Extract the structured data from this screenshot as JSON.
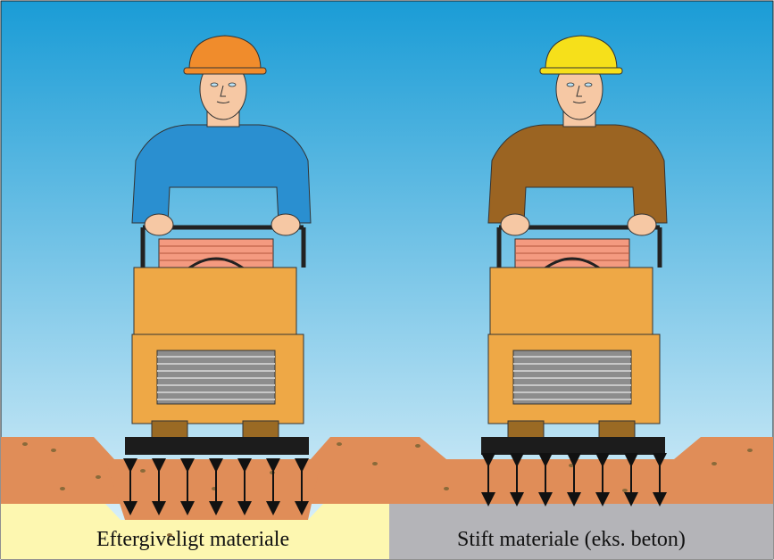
{
  "captions": {
    "left": "Eftergiveligt materiale",
    "right": "Stift materiale (eks. beton)"
  },
  "colors": {
    "sky_top": "#1a9cd6",
    "sky_bottom": "#e4f4fb",
    "ground": "#e08d58",
    "soft_base": "#fdf7b0",
    "hard_base": "#b4b4b8",
    "helmet_left": "#f08c2c",
    "helmet_right": "#f6e01a",
    "shirt_left": "#2a8fd0",
    "shirt_right": "#9b6422",
    "machine": "#eea846",
    "vent": "#8d8d8d",
    "plate": "#1c1c1c",
    "skin": "#f6c8a4"
  },
  "scenes": [
    {
      "id": "soft",
      "helmet": "helmet_left",
      "shirt": "shirt_left"
    },
    {
      "id": "hard",
      "helmet": "helmet_right",
      "shirt": "shirt_right"
    }
  ]
}
